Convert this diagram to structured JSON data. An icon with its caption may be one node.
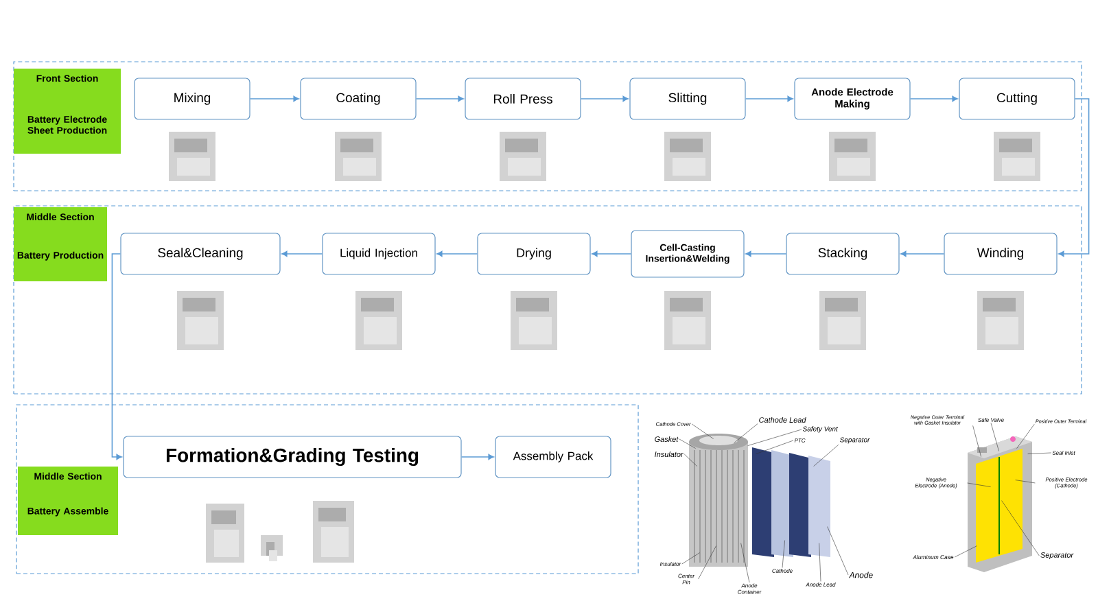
{
  "diagram": {
    "nodes": [
      {
        "text": [],
        "shape": "box"
      },
      {
        "text": [
          "Front Section",
          "Battery Electrode Sheet Production"
        ],
        "in": 0
      },
      {
        "text": [
          "Mixing"
        ],
        "in": 0
      },
      {
        "text": [
          "Coating"
        ],
        "in": 0
      },
      {
        "text": [
          "Roll Press"
        ],
        "in": 0
      },
      {
        "text": [
          "Slitting"
        ],
        "in": 0
      },
      {
        "text": [
          "Anode Electrode Making"
        ],
        "in": 0
      },
      {
        "text": [
          "Cutting"
        ],
        "in": 0
      },
      {
        "text": [],
        "shape": "box"
      },
      {
        "text": [
          "Middle Section",
          "Battery Production"
        ],
        "in": 8
      },
      {
        "text": [
          "Seal&Cleaning"
        ],
        "in": 8
      },
      {
        "text": [
          "Liquid Injection"
        ],
        "in": 8
      },
      {
        "text": [
          "Drying"
        ],
        "in": 8
      },
      {
        "text": [
          "Cell-Casting Insertion&Welding"
        ],
        "in": 8
      },
      {
        "text": [
          "Stacking"
        ],
        "in": 8
      },
      {
        "text": [
          "Winding"
        ],
        "in": 8
      },
      {
        "text": [],
        "shape": "box"
      },
      {
        "text": [
          "Middle Section",
          "Battery Assemble"
        ],
        "in": 16
      },
      {
        "text": [
          "Formation&Grading Testing"
        ],
        "in": 16
      },
      {
        "text": [
          "Assembly Pack"
        ],
        "in": 16
      },
      {
        "text": [
          "Cathode Cover"
        ]
      },
      {
        "text": [
          "Cathode Lead"
        ]
      },
      {
        "text": [
          "Gasket"
        ]
      },
      {
        "text": [
          "Safety Vent"
        ]
      },
      {
        "text": [
          "PTC"
        ],
        "in": 41
      },
      {
        "text": [
          "Separator"
        ]
      },
      {
        "text": [
          "Insulator"
        ]
      },
      {
        "text": [
          "Insulator"
        ]
      },
      {
        "text": [
          "Center Pin"
        ]
      },
      {
        "text": [
          "Anode Container"
        ]
      },
      {
        "text": [
          "Cathode"
        ]
      },
      {
        "text": [
          "Anode Lead"
        ]
      },
      {
        "text": [
          "Anode"
        ]
      },
      {
        "text": [
          "Negative Outer Terminal with Gasket Insulator"
        ]
      },
      {
        "text": [
          "Safe Valve"
        ]
      },
      {
        "text": [
          "Positive Outer Terminal"
        ]
      },
      {
        "text": [
          "Seal Inlet"
        ]
      },
      {
        "text": [
          "Negative Electrode (Anode)"
        ]
      },
      {
        "text": [
          "Positive Electrode (Cathode)"
        ]
      },
      {
        "text": [
          "Aluminum Case"
        ]
      },
      {
        "text": [
          "Separator"
        ]
      },
      {
        "text": [],
        "shape": "picture"
      },
      {
        "text": [],
        "shape": "picture"
      }
    ],
    "edges": [
      {
        "from": 2,
        "to": 3,
        "arrow": "to",
        "color": "#5b9bd5"
      },
      {
        "from": 3,
        "to": 4,
        "arrow": "to",
        "color": "#5b9bd5"
      },
      {
        "from": 4,
        "to": 5,
        "arrow": "to",
        "color": "#5b9bd5"
      },
      {
        "from": 5,
        "to": 6,
        "arrow": "to",
        "color": "#5b9bd5"
      },
      {
        "from": 6,
        "to": 7,
        "arrow": "to",
        "color": "#5b9bd5"
      },
      {
        "from": 7,
        "to": 15,
        "arrow": "to",
        "color": "#5b9bd5"
      },
      {
        "from": 15,
        "to": 14,
        "arrow": "to",
        "color": "#5b9bd5"
      },
      {
        "from": 14,
        "to": 13,
        "arrow": "to",
        "color": "#5b9bd5"
      },
      {
        "from": 13,
        "to": 12,
        "arrow": "to",
        "color": "#5b9bd5"
      },
      {
        "from": 12,
        "to": 11,
        "arrow": "to",
        "color": "#5b9bd5"
      },
      {
        "from": 11,
        "to": 10,
        "arrow": "to",
        "color": "#5b9bd5"
      },
      {
        "from": 10,
        "to": 18,
        "arrow": "to",
        "color": "#5b9bd5"
      },
      {
        "from": 18,
        "to": 19,
        "arrow": "to",
        "color": "#5b9bd5"
      },
      {
        "from": 20,
        "to": 41,
        "arrow": "none"
      },
      {
        "from": 21,
        "to": 41,
        "arrow": "none"
      },
      {
        "from": 22,
        "to": 41,
        "arrow": "none"
      },
      {
        "from": 23,
        "to": 41,
        "arrow": "none"
      },
      {
        "from": 24,
        "to": 41,
        "arrow": "none"
      },
      {
        "from": 25,
        "to": 41,
        "arrow": "none"
      },
      {
        "from": 26,
        "to": 41,
        "arrow": "none"
      },
      {
        "from": 27,
        "to": 41,
        "arrow": "none"
      },
      {
        "from": 28,
        "to": 41,
        "arrow": "none"
      },
      {
        "from": 29,
        "to": 41,
        "arrow": "none"
      },
      {
        "from": 30,
        "to": 41,
        "arrow": "none"
      },
      {
        "from": 31,
        "to": 41,
        "arrow": "none"
      },
      {
        "from": 32,
        "to": 41,
        "arrow": "none"
      },
      {
        "from": 33,
        "to": 42,
        "arrow": "none"
      },
      {
        "from": 34,
        "to": 42,
        "arrow": "none"
      },
      {
        "from": 35,
        "to": 42,
        "arrow": "none"
      },
      {
        "from": 36,
        "to": 42,
        "arrow": "none"
      },
      {
        "from": 37,
        "to": 42,
        "arrow": "none"
      },
      {
        "from": 38,
        "to": 42,
        "arrow": "none"
      },
      {
        "from": 39,
        "to": 42,
        "arrow": "none"
      },
      {
        "from": 40,
        "to": 42,
        "arrow": "none"
      }
    ]
  }
}
